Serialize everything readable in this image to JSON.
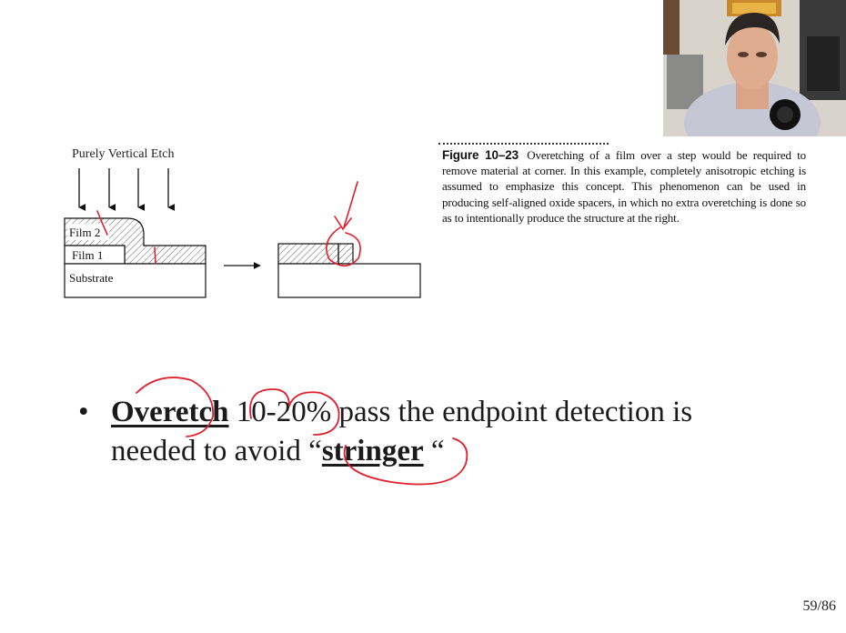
{
  "figure": {
    "etch_label": "Purely Vertical Etch",
    "film2_label": "Film 2",
    "film1_label": "Film 1",
    "substrate_label": "Substrate"
  },
  "caption": {
    "figure_number": "Figure 10–23",
    "text": "Overetching of a film over a step would be required to remove material at corner. In this example, completely anisotropic etching is assumed to emphasize this concept. This phenomenon can be used in producing self-aligned oxide spacers, in which no extra overetching is done so as to intentionally produce the structure at the right."
  },
  "bullet": {
    "symbol": "•",
    "term": "Overetch",
    "text_a": " 10-20% pass the endpoint detection is needed to avoid “",
    "keyword": "stringer",
    "text_b": " “"
  },
  "page_number": "59/86",
  "colors": {
    "annotation": "#e0202c",
    "hatch": "#555555",
    "text": "#1a1a1a"
  }
}
